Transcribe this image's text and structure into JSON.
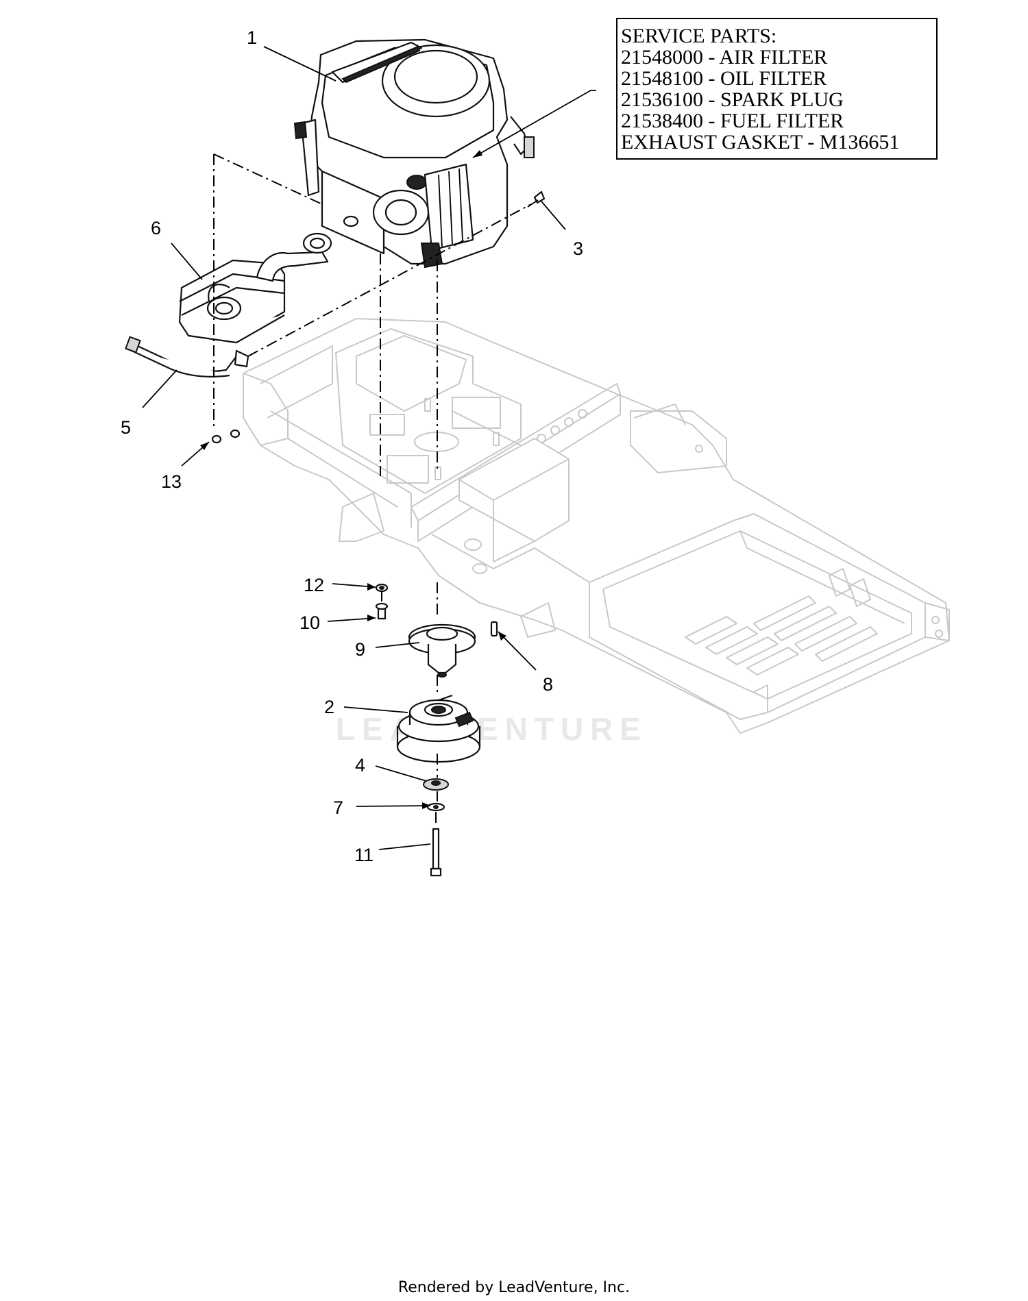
{
  "service_parts": {
    "heading": "SERVICE PARTS:",
    "lines": [
      "21548000 - AIR FILTER",
      "21548100 - OIL FILTER",
      "21536100 - SPARK PLUG",
      "21538400 - FUEL FILTER",
      "EXHAUST GASKET - M136651"
    ]
  },
  "callouts": {
    "c1": "1",
    "c2": "2",
    "c3": "3",
    "c4": "4",
    "c5": "5",
    "c6": "6",
    "c7": "7",
    "c8": "8",
    "c9": "9",
    "c10": "10",
    "c11": "11",
    "c12": "12",
    "c13": "13"
  },
  "watermark": "LEADVENTURE",
  "footer": "Rendered by LeadVenture, Inc."
}
